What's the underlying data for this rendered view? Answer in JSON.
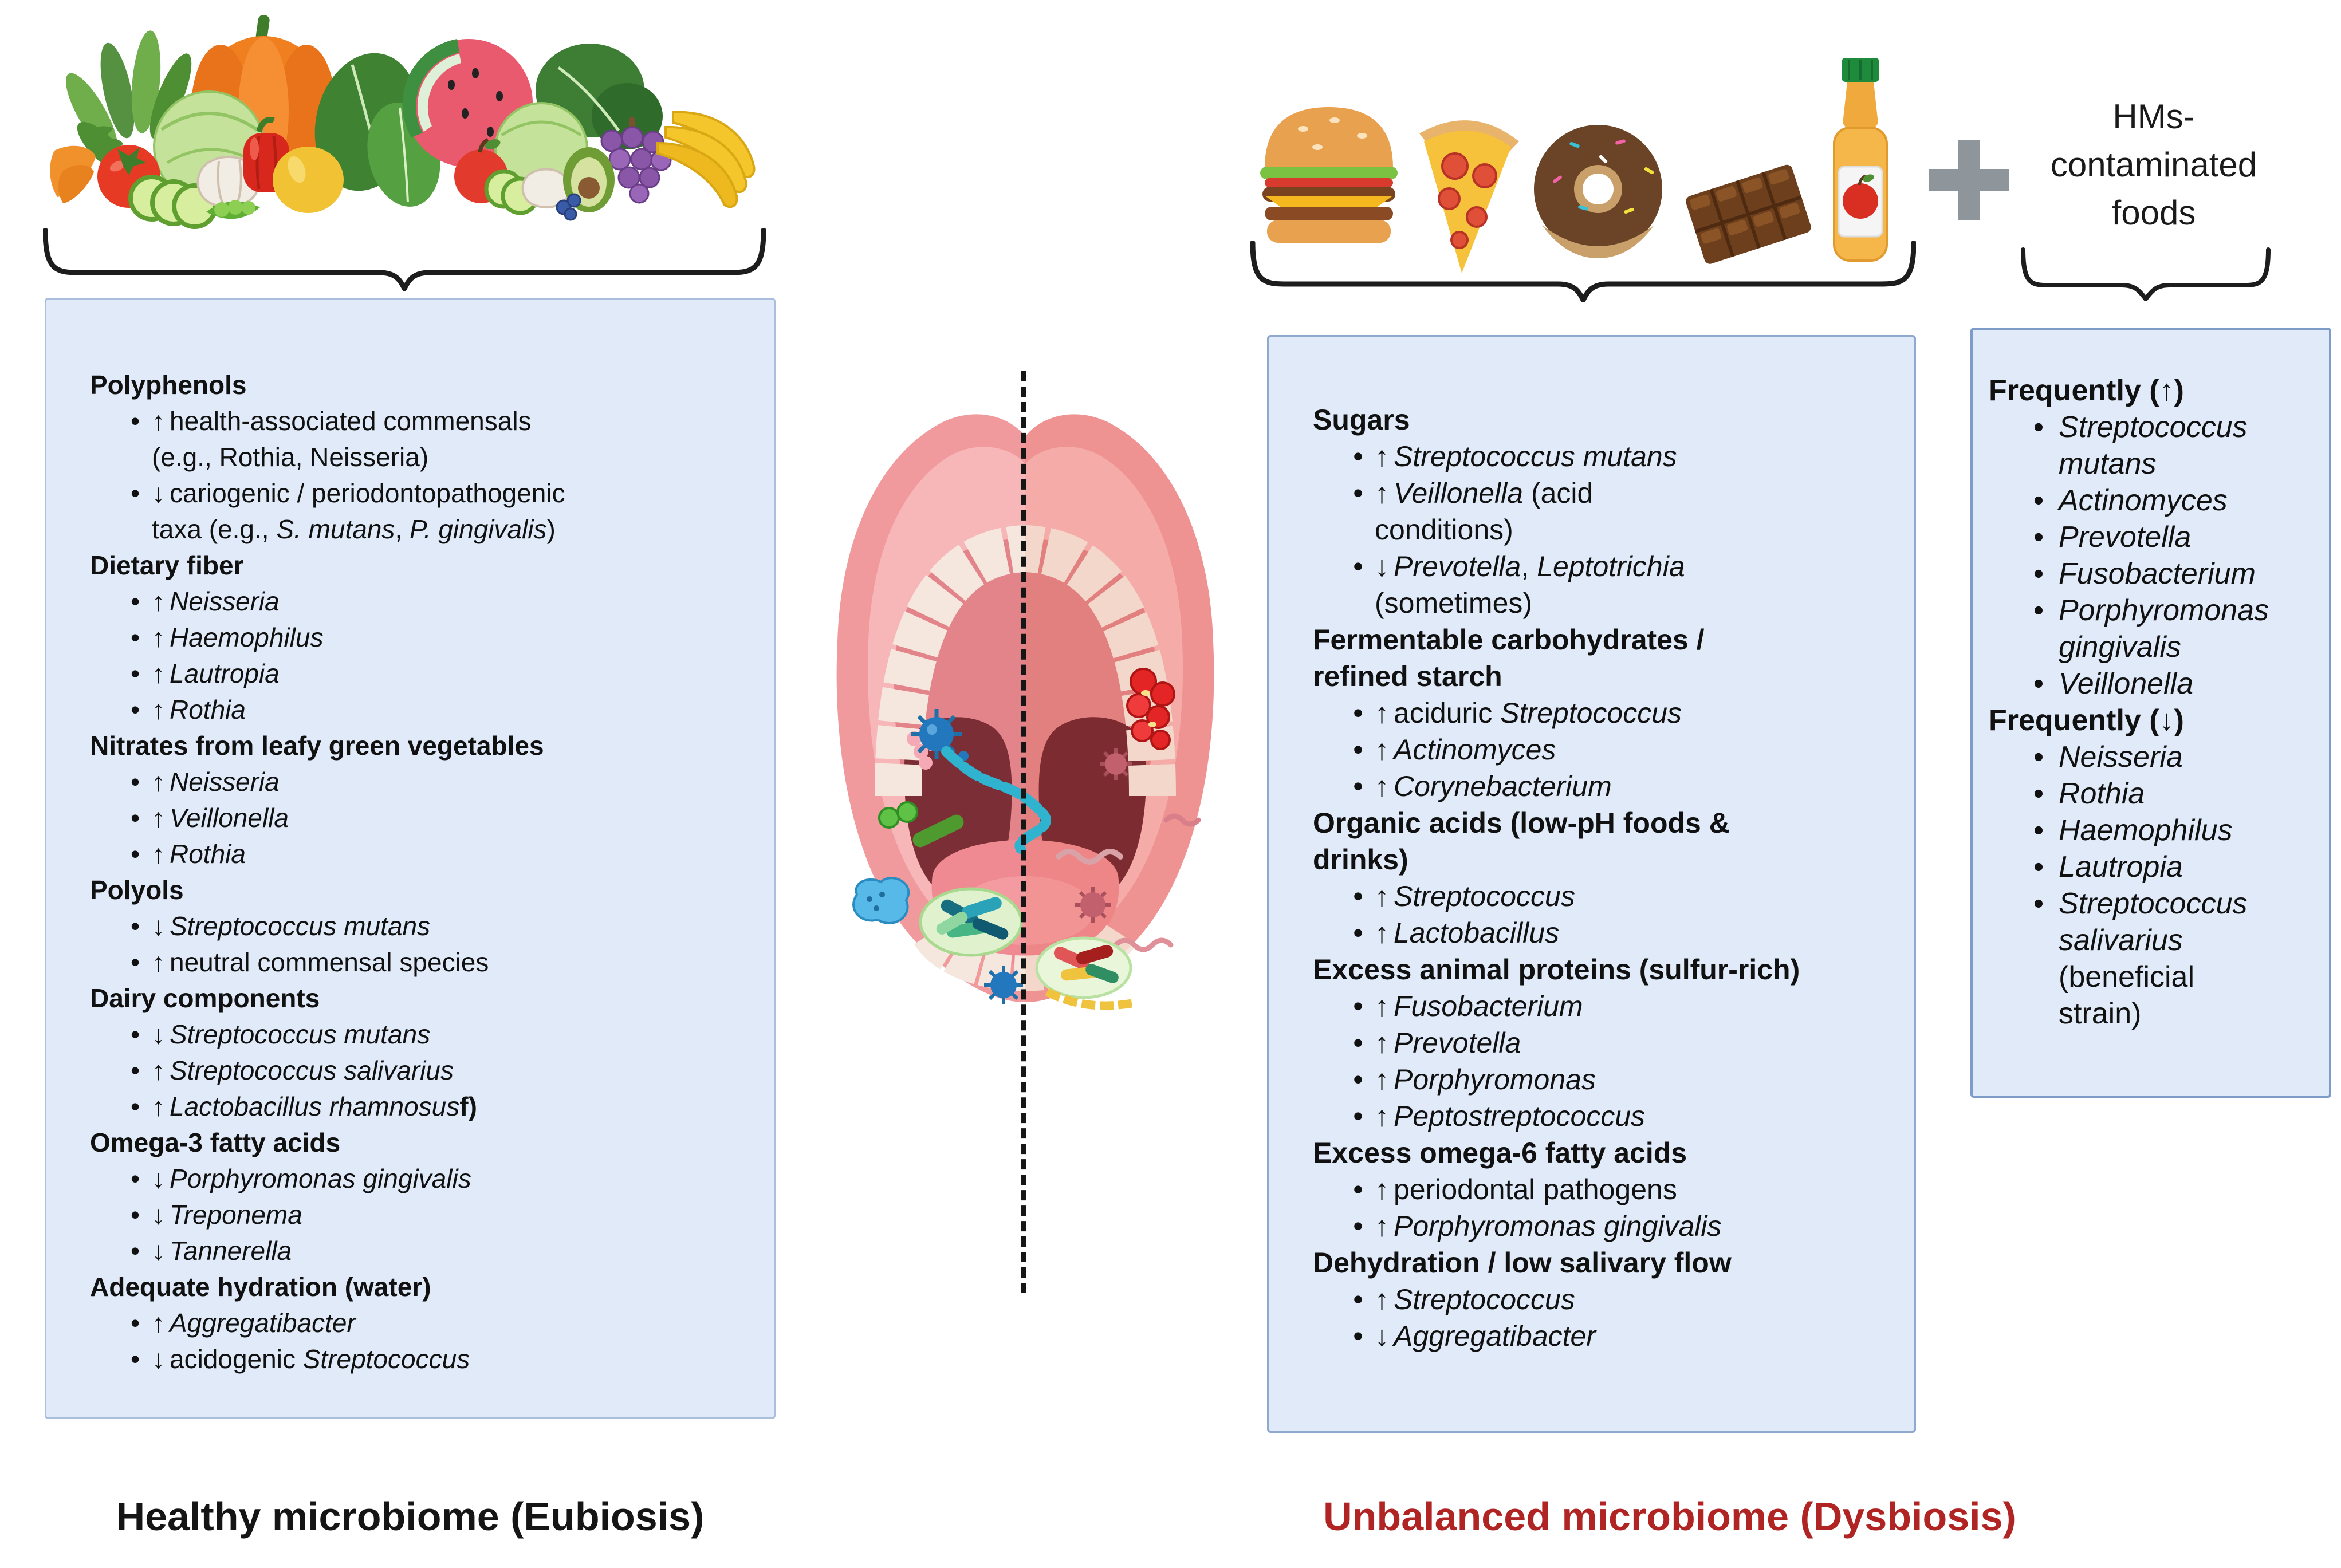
{
  "healthy": {
    "caption": "Healthy microbiome (Eubiosis)",
    "sections": [
      {
        "header": "Polyphenols",
        "items": [
          {
            "arrow": "↑",
            "segments": [
              {
                "t": "health-associated commensals\n(e.g., Rothia, Neisseria)"
              }
            ]
          },
          {
            "arrow": "↓",
            "segments": [
              {
                "t": "cariogenic / periodontopathogenic\ntaxa (e.g., "
              },
              {
                "t": "S. mutans",
                "i": true
              },
              {
                "t": ", "
              },
              {
                "t": "P. gingivalis",
                "i": true
              },
              {
                "t": ")"
              }
            ]
          }
        ]
      },
      {
        "header": "Dietary fiber",
        "items": [
          {
            "arrow": "↑",
            "segments": [
              {
                "t": "Neisseria",
                "i": true
              }
            ]
          },
          {
            "arrow": "↑",
            "segments": [
              {
                "t": "Haemophilus",
                "i": true
              }
            ]
          },
          {
            "arrow": "↑",
            "segments": [
              {
                "t": "Lautropia",
                "i": true
              }
            ]
          },
          {
            "arrow": "↑",
            "segments": [
              {
                "t": "Rothia",
                "i": true
              }
            ]
          }
        ]
      },
      {
        "header": "Nitrates from leafy green vegetables",
        "items": [
          {
            "arrow": "↑",
            "segments": [
              {
                "t": "Neisseria",
                "i": true
              }
            ]
          },
          {
            "arrow": "↑",
            "segments": [
              {
                "t": "Veillonella",
                "i": true
              }
            ]
          },
          {
            "arrow": "↑",
            "segments": [
              {
                "t": "Rothia",
                "i": true
              }
            ]
          }
        ]
      },
      {
        "header": "Polyols",
        "items": [
          {
            "arrow": "↓",
            "segments": [
              {
                "t": "Streptococcus mutans",
                "i": true
              }
            ]
          },
          {
            "arrow": "↑",
            "segments": [
              {
                "t": "neutral commensal species"
              }
            ]
          }
        ]
      },
      {
        "header": "Dairy components",
        "items": [
          {
            "arrow": "↓",
            "segments": [
              {
                "t": "Streptococcus mutans",
                "i": true
              }
            ]
          },
          {
            "arrow": "↑",
            "segments": [
              {
                "t": "Streptococcus salivarius",
                "i": true
              }
            ]
          },
          {
            "arrow": "↑",
            "segments": [
              {
                "t": "Lactobacillus rhamnosus",
                "i": true
              },
              {
                "t": "f)",
                "b": true
              }
            ]
          }
        ]
      },
      {
        "header": "Omega-3 fatty acids",
        "items": [
          {
            "arrow": "↓",
            "segments": [
              {
                "t": "Porphyromonas gingivalis",
                "i": true
              }
            ]
          },
          {
            "arrow": "↓",
            "segments": [
              {
                "t": "Treponema",
                "i": true
              }
            ]
          },
          {
            "arrow": "↓",
            "segments": [
              {
                "t": "Tannerella",
                "i": true
              }
            ]
          }
        ]
      },
      {
        "header": "Adequate hydration (water)",
        "items": [
          {
            "arrow": "↑",
            "segments": [
              {
                "t": "Aggregatibacter",
                "i": true
              }
            ]
          },
          {
            "arrow": "↓",
            "segments": [
              {
                "t": "acidogenic "
              },
              {
                "t": "Streptococcus",
                "i": true
              }
            ]
          }
        ]
      }
    ]
  },
  "dysbiosis": {
    "caption": "Unbalanced microbiome (Dysbiosis)",
    "sections": [
      {
        "header": "Sugars",
        "items": [
          {
            "arrow": "↑",
            "segments": [
              {
                "t": "Streptococcus mutans",
                "i": true
              }
            ]
          },
          {
            "arrow": "↑",
            "segments": [
              {
                "t": "Veillonella",
                "i": true
              },
              {
                "t": " (acid\nconditions)"
              }
            ]
          },
          {
            "arrow": "↓",
            "segments": [
              {
                "t": "Prevotella",
                "i": true
              },
              {
                "t": ", "
              },
              {
                "t": "Leptotrichia",
                "i": true
              },
              {
                "t": "\n(sometimes)"
              }
            ]
          }
        ]
      },
      {
        "header": "Fermentable carbohydrates /\nrefined starch",
        "items": [
          {
            "arrow": "↑",
            "segments": [
              {
                "t": "aciduric "
              },
              {
                "t": "Streptococcus",
                "i": true
              }
            ]
          },
          {
            "arrow": "↑",
            "segments": [
              {
                "t": "Actinomyces",
                "i": true
              }
            ]
          },
          {
            "arrow": "↑",
            "segments": [
              {
                "t": "Corynebacterium",
                "i": true
              }
            ]
          }
        ]
      },
      {
        "header": "Organic acids (low-pH foods &\ndrinks)",
        "items": [
          {
            "arrow": "↑",
            "segments": [
              {
                "t": "Streptococcus",
                "i": true
              }
            ]
          },
          {
            "arrow": "↑",
            "segments": [
              {
                "t": "Lactobacillus",
                "i": true
              }
            ]
          }
        ]
      },
      {
        "header": "Excess animal proteins (sulfur-rich)",
        "items": [
          {
            "arrow": "↑",
            "segments": [
              {
                "t": "Fusobacterium",
                "i": true
              }
            ]
          },
          {
            "arrow": "↑",
            "segments": [
              {
                "t": "Prevotella",
                "i": true
              }
            ]
          },
          {
            "arrow": "↑",
            "segments": [
              {
                "t": "Porphyromonas",
                "i": true
              }
            ]
          },
          {
            "arrow": "↑",
            "segments": [
              {
                "t": "Peptostreptococcus",
                "i": true
              }
            ]
          }
        ]
      },
      {
        "header": "Excess omega-6 fatty acids",
        "items": [
          {
            "arrow": "↑",
            "segments": [
              {
                "t": "periodontal pathogens"
              }
            ]
          },
          {
            "arrow": "↑",
            "segments": [
              {
                "t": "Porphyromonas gingivalis",
                "i": true
              }
            ]
          }
        ]
      },
      {
        "header": "Dehydration / low salivary flow",
        "items": [
          {
            "arrow": "↑",
            "segments": [
              {
                "t": "Streptococcus",
                "i": true
              }
            ]
          },
          {
            "arrow": "↓",
            "segments": [
              {
                "t": "Aggregatibacter",
                "i": true
              }
            ]
          }
        ]
      }
    ]
  },
  "hms": {
    "plus": "+",
    "label_lines": [
      "HMs-",
      "contaminated",
      "foods"
    ],
    "sections": [
      {
        "header": "Frequently (↑)",
        "items": [
          {
            "arrow": "",
            "segments": [
              {
                "t": "Streptococcus mutans",
                "i": true
              }
            ]
          },
          {
            "arrow": "",
            "segments": [
              {
                "t": "Actinomyces",
                "i": true
              }
            ]
          },
          {
            "arrow": "",
            "segments": [
              {
                "t": "Prevotella",
                "i": true
              }
            ]
          },
          {
            "arrow": "",
            "segments": [
              {
                "t": "Fusobacterium",
                "i": true
              }
            ]
          },
          {
            "arrow": "",
            "segments": [
              {
                "t": "Porphyromonas gingivalis",
                "i": true
              }
            ]
          },
          {
            "arrow": "",
            "segments": [
              {
                "t": "Veillonella",
                "i": true
              }
            ]
          }
        ]
      },
      {
        "header": "Frequently (↓)",
        "items": [
          {
            "arrow": "",
            "segments": [
              {
                "t": "Neisseria",
                "i": true
              }
            ]
          },
          {
            "arrow": "",
            "segments": [
              {
                "t": "Rothia",
                "i": true
              }
            ]
          },
          {
            "arrow": "",
            "segments": [
              {
                "t": "Haemophilus",
                "i": true
              }
            ]
          },
          {
            "arrow": "",
            "segments": [
              {
                "t": "Lautropia",
                "i": true
              }
            ]
          },
          {
            "arrow": "",
            "segments": [
              {
                "t": "Streptococcus salivarius",
                "i": true
              },
              {
                "t": " (beneficial\nstrain)"
              }
            ]
          }
        ]
      }
    ]
  },
  "colors": {
    "box_fill": "#e0eaf8",
    "healthy_box_border": "#aabfdc",
    "dysbiosis_box_border": "#8fa9cf",
    "hm_box_border": "#7d9cc9",
    "dysbiosis_red": "#b02424",
    "plus_gray": "#8e969b",
    "brace_black": "#1d1d1d"
  }
}
